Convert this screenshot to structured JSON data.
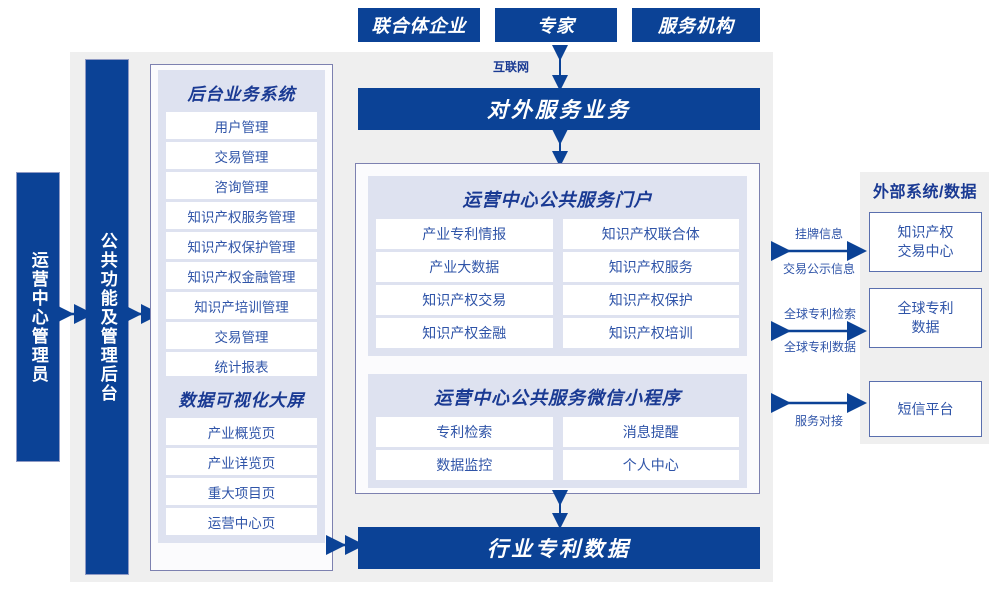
{
  "top_actors": [
    {
      "label": "联合体企业"
    },
    {
      "label": "专家"
    },
    {
      "label": "服务机构"
    }
  ],
  "internet_label": "互联网",
  "external_service_bar": "对外服务业务",
  "industry_data_bar": "行业专利数据",
  "left_bars": [
    {
      "label": "运营中心管理员"
    },
    {
      "label": "公共功能及管理后台"
    }
  ],
  "backend_group": {
    "title": "后台业务系统",
    "items": [
      "用户管理",
      "交易管理",
      "咨询管理",
      "知识产权服务管理",
      "知识产权保护管理",
      "知识产权金融管理",
      "知识产培训管理",
      "交易管理",
      "统计报表"
    ]
  },
  "visual_group": {
    "title": "数据可视化大屏",
    "items": [
      "产业概览页",
      "产业详览页",
      "重大项目页",
      "运营中心页"
    ]
  },
  "portal_group": {
    "title": "运营中心公共服务门户",
    "items": [
      "产业专利情报",
      "知识产权联合体",
      "产业大数据",
      "知识产权服务",
      "知识产权交易",
      "知识产权保护",
      "知识产权金融",
      "知识产权培训"
    ]
  },
  "miniprogram_group": {
    "title": "运营中心公共服务微信小程序",
    "items": [
      "专利检索",
      "消息提醒",
      "数据监控",
      "个人中心"
    ]
  },
  "external": {
    "title": "外部系统/数据",
    "boxes": [
      {
        "label": "知识产权\n交易中心",
        "line1": "知识产权",
        "line2": "交易中心"
      },
      {
        "label": "全球专利\n数据",
        "line1": "全球专利",
        "line2": "数据"
      },
      {
        "label": "短信平台",
        "line1": "短信平台",
        "line2": ""
      }
    ],
    "connectors": [
      {
        "above": "挂牌信息",
        "below": "交易公示信息"
      },
      {
        "above": "全球专利检索",
        "below": "全球专利数据"
      },
      {
        "above": "",
        "below": "服务对接"
      }
    ]
  },
  "colors": {
    "brand_blue": "#0b4296",
    "panel_border": "#7d81b0",
    "group_bg": "#dee2f0",
    "frame_grey": "#efefef",
    "text_blue": "#2f54a8"
  }
}
